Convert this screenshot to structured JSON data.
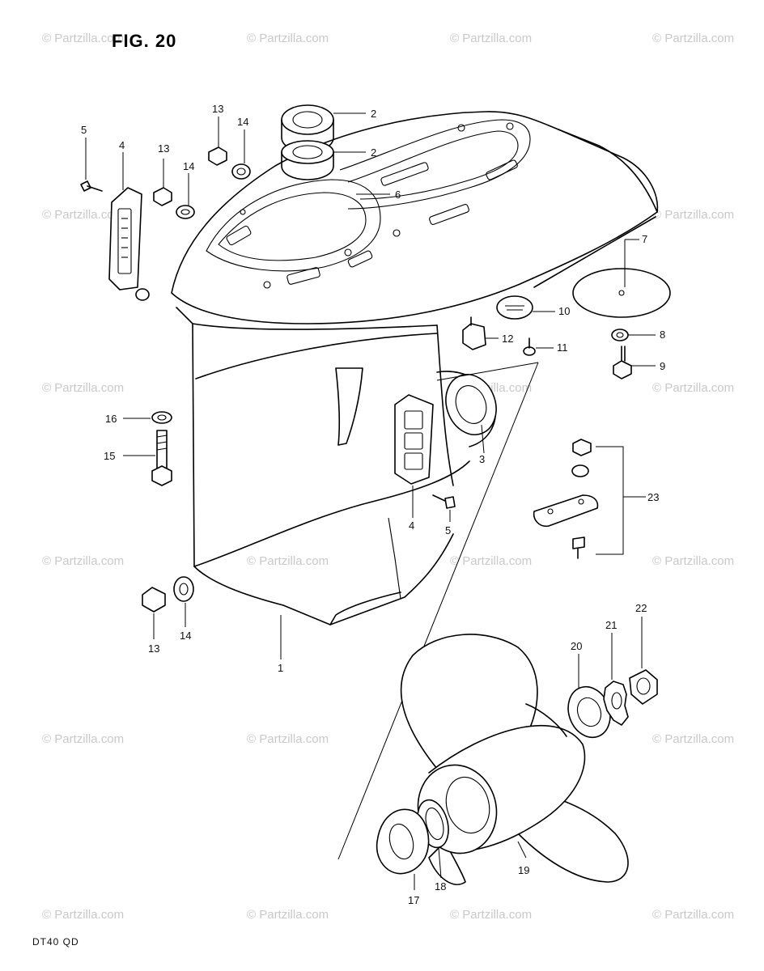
{
  "title": "FIG. 20",
  "footer_code": "DT40  QD",
  "watermark": "© Partzilla.com",
  "colors": {
    "ink": "#000000",
    "watermark": "#c9c9c9",
    "paper": "#ffffff"
  },
  "callouts": {
    "n1": "1",
    "n2a": "2",
    "n2b": "2",
    "n3": "3",
    "n4a": "4",
    "n4b": "4",
    "n5a": "5",
    "n5b": "5",
    "n6": "6",
    "n7": "7",
    "n8": "8",
    "n9": "9",
    "n10": "10",
    "n11": "11",
    "n12": "12",
    "n13a": "13",
    "n13b": "13",
    "n13c": "13",
    "n14a": "14",
    "n14b": "14",
    "n14c": "14",
    "n15": "15",
    "n16": "16",
    "n17": "17",
    "n18": "18",
    "n19": "19",
    "n20": "20",
    "n21": "21",
    "n22": "22",
    "n23": "23"
  }
}
